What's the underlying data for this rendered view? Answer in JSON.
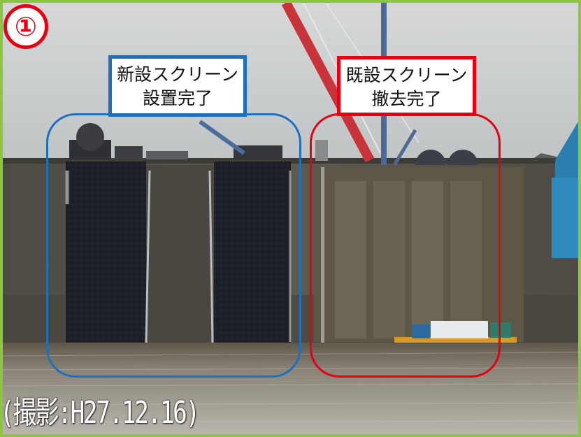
{
  "badge": {
    "number": "①"
  },
  "labels": {
    "new_screen": [
      "新設スクリーン",
      "設置完了"
    ],
    "old_screen": [
      "既設スクリーン",
      "撤去完了"
    ]
  },
  "caption": "(撮影:H27.12.16)",
  "colors": {
    "frame": "#8cc63f",
    "new_accent": "#1f6fc1",
    "old_accent": "#e60012",
    "badge": "#e60012"
  }
}
